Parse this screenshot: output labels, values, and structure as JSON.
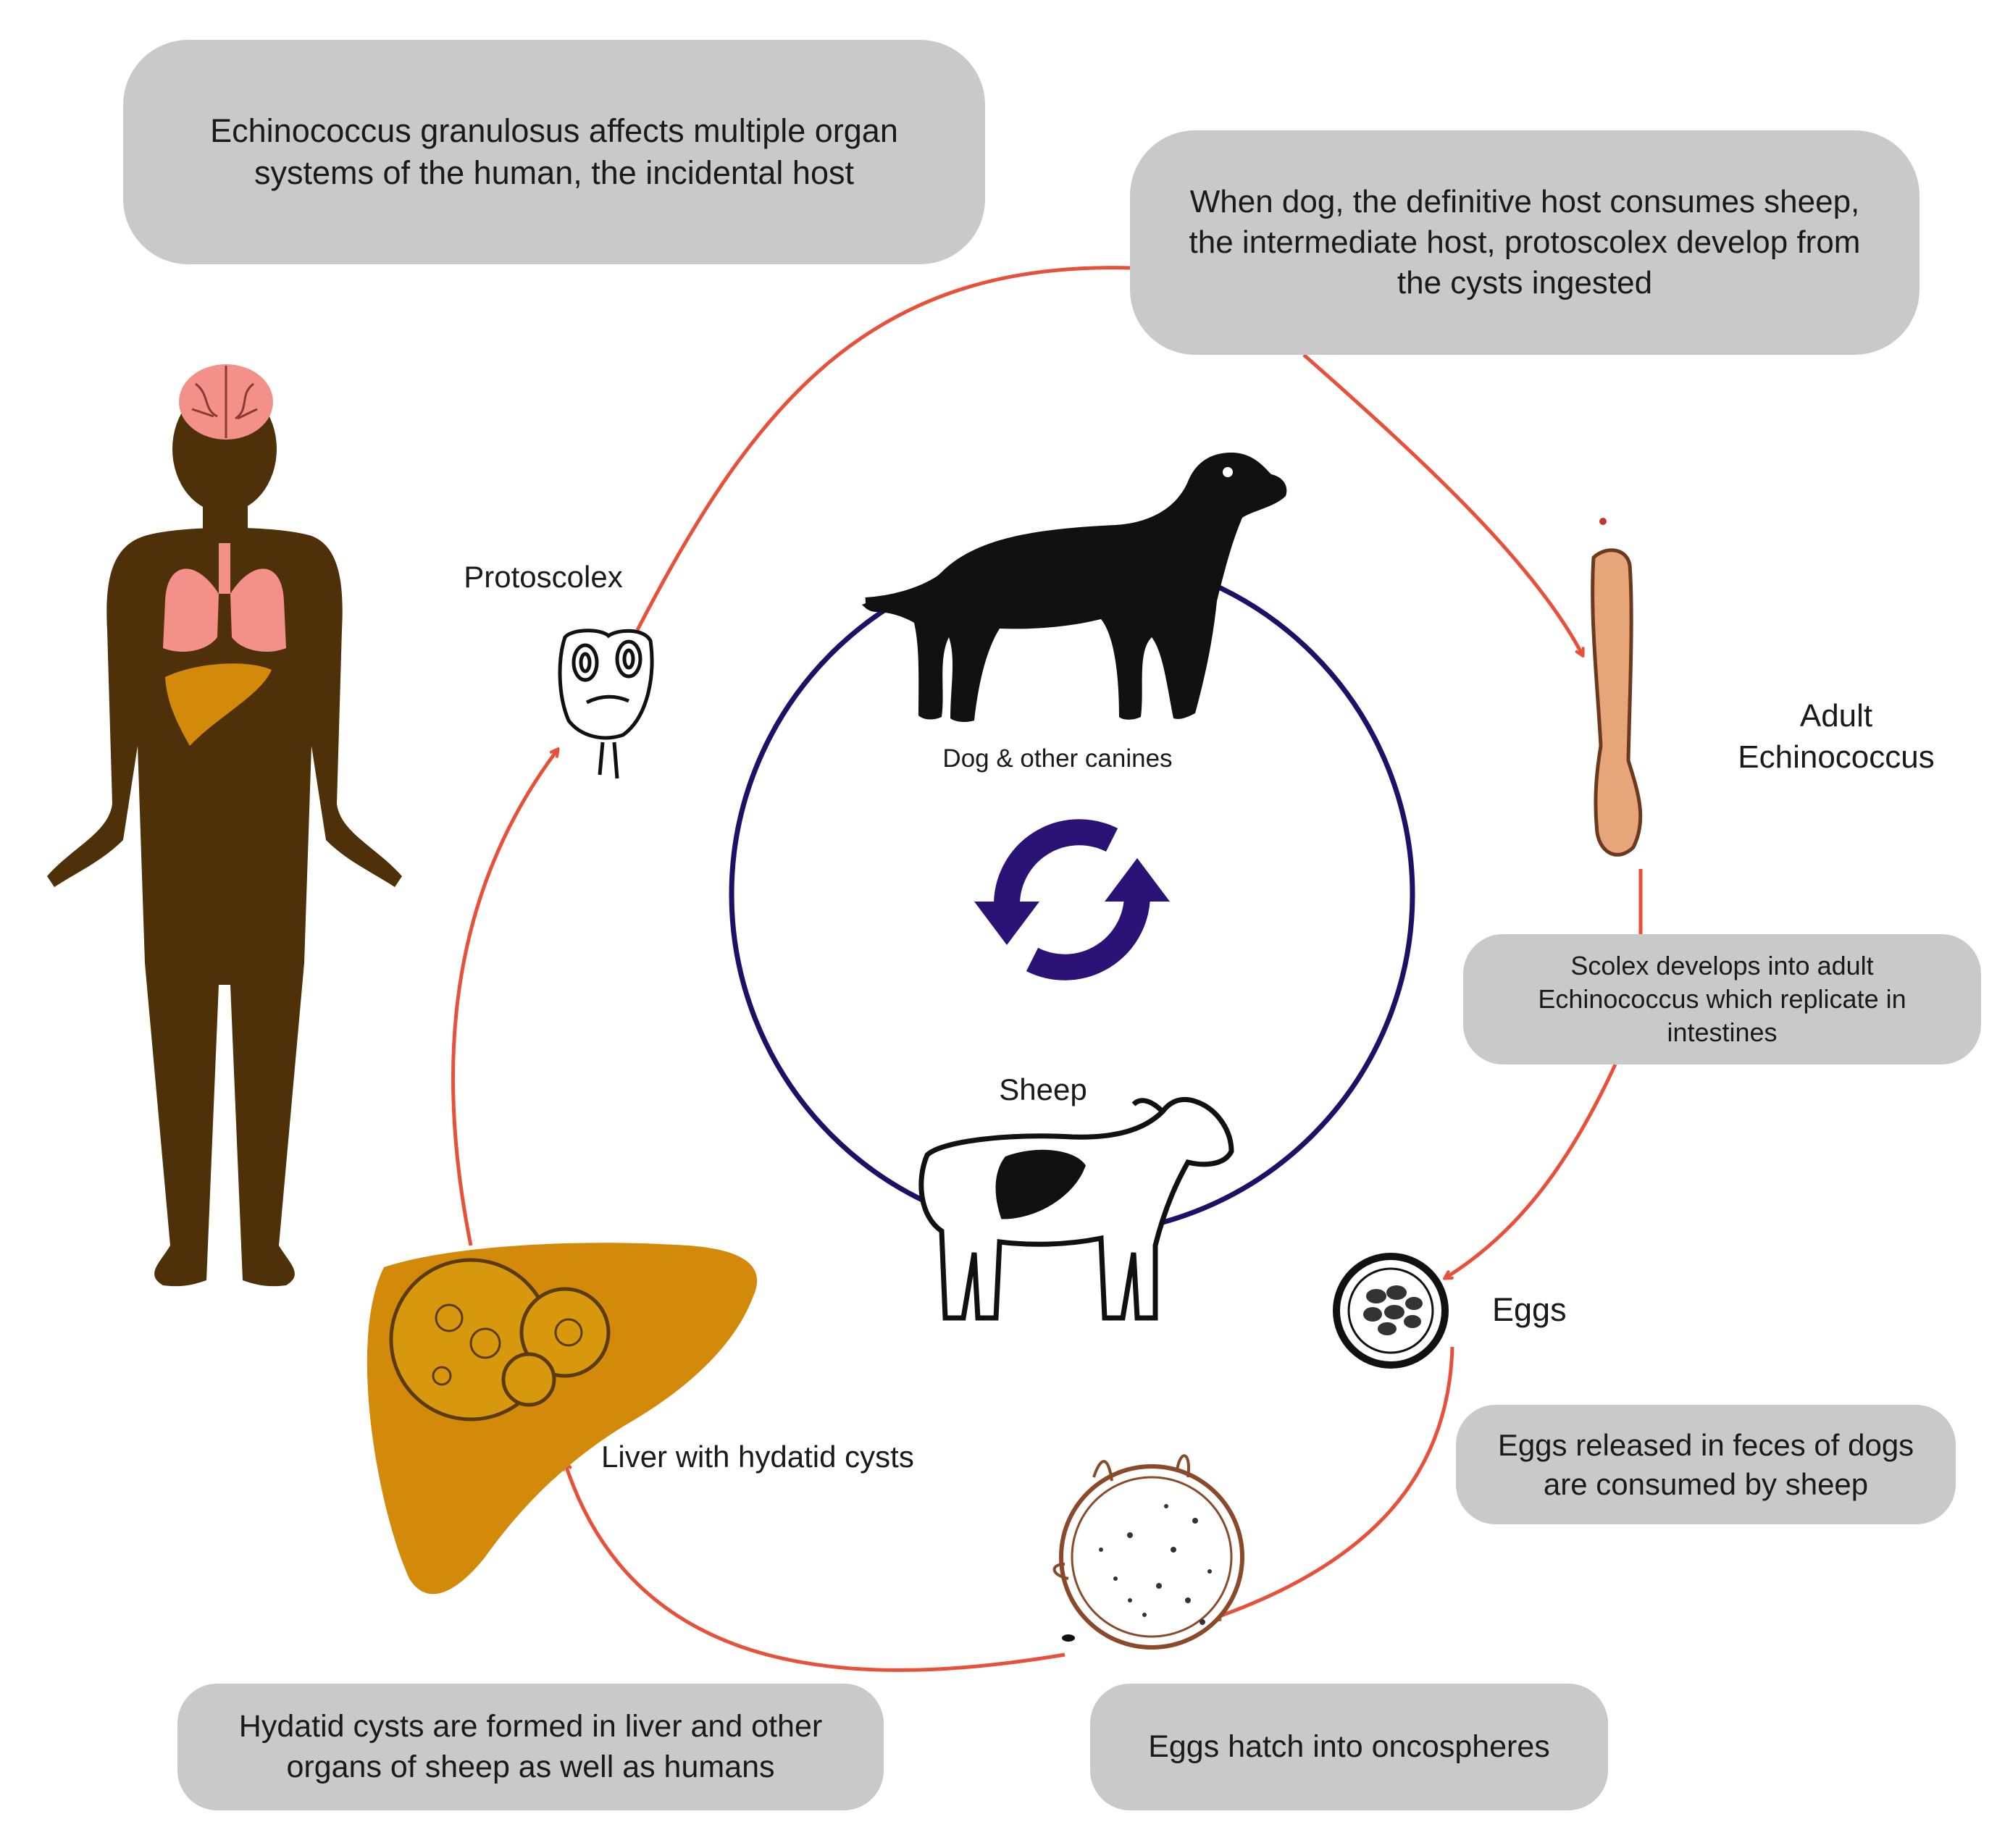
{
  "boxes": {
    "human_host": "Echinococcus granulosus affects multiple organ systems of the human, the incidental host",
    "dog_consumes": "When dog, the definitive host consumes sheep, the  intermediate host, protoscolex develop from the cysts ingested",
    "scolex_develops": "Scolex develops into adult Echinococcus which replicate in intestines",
    "eggs_released": "Eggs released in feces of dogs are consumed by sheep",
    "eggs_hatch": "Eggs hatch into oncospheres",
    "cysts_formed": "Hydatid cysts are formed in liver and other organs of sheep as well as humans"
  },
  "labels": {
    "protoscolex": "Protoscolex",
    "adult": "Adult Echinococcus",
    "eggs": "Eggs",
    "liver": "Liver with hydatid cysts",
    "dog": "Dog & other canines",
    "sheep": "Sheep"
  },
  "icons": [
    "human-body-icon",
    "brain-icon",
    "lungs-icon",
    "liver-icon",
    "dog-icon",
    "sheep-icon",
    "cycle-arrows-icon",
    "protoscolex-icon",
    "tapeworm-icon",
    "egg-icon",
    "oncosphere-icon"
  ],
  "colors": {
    "box_fill": "#c9c9c9",
    "cycle_arrow": "#e8503a",
    "host_circle": "#1f0f66",
    "human_body": "#4e3108",
    "liver": "#d38a0a",
    "brain_lungs": "#f4908a"
  }
}
